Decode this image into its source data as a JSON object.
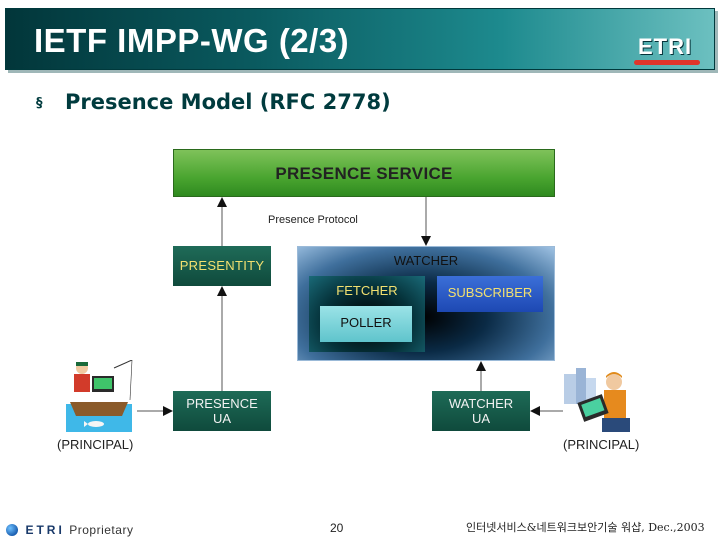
{
  "header": {
    "title": "IETF IMPP-WG (2/3)",
    "logo_text": "ETRI"
  },
  "bullet": {
    "marker": "§",
    "text": "Presence Model (RFC 2778)"
  },
  "diagram": {
    "presence_service": "PRESENCE SERVICE",
    "presence_protocol": "Presence Protocol",
    "presentity": "PRESENTITY",
    "watcher": "WATCHER",
    "fetcher": "FETCHER",
    "poller": "POLLER",
    "subscriber": "SUBSCRIBER",
    "presence_ua": {
      "line1": "PRESENCE",
      "line2": "UA"
    },
    "watcher_ua": {
      "line1": "WATCHER",
      "line2": "UA"
    },
    "principal_left": "(PRINCIPAL)",
    "principal_right": "(PRINCIPAL)"
  },
  "footer": {
    "brand": "ETRI",
    "proprietary": "Proprietary",
    "page_number": "20",
    "right_text": "인터넷서비스&네트워크보안기술 워샵, Dec.,2003"
  },
  "colors": {
    "title_bar": "#0a5a5f",
    "presence_service": "#4aa530",
    "presentity": "#0f4a3c",
    "subscriber": "#1d48b3",
    "poller": "#5fc4cc",
    "accent_yellow": "#f2e070"
  }
}
